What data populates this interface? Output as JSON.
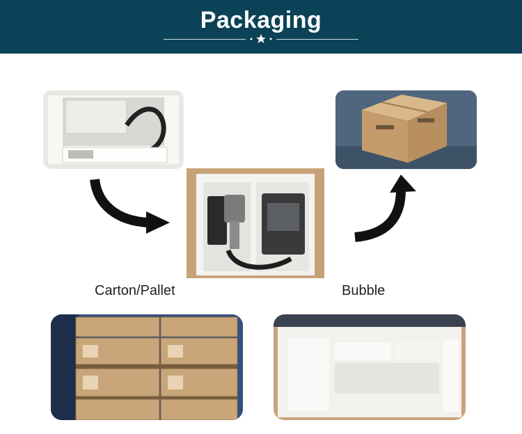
{
  "header": {
    "title": "Packaging"
  },
  "labels": {
    "left": "Carton/Pallet",
    "right": "Bubble"
  },
  "colors": {
    "header_bg": "#0c4257",
    "foam": "#f2f2ef",
    "carton": "#c8a47a",
    "arrow": "#111111"
  }
}
